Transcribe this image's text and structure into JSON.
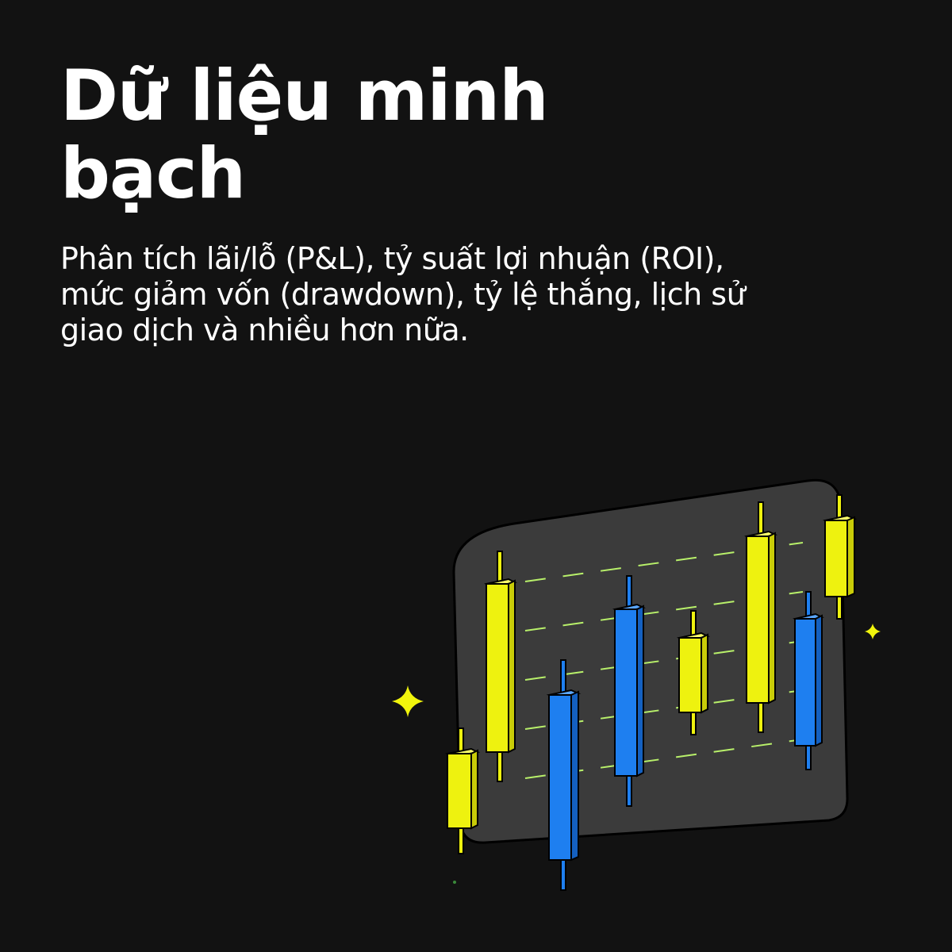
{
  "headline": {
    "line1": "Dữ liệu minh",
    "line2": "bạch"
  },
  "subtitle": {
    "line1": "Phân tích lãi/lỗ (P&L), tỷ suất lợi nhuận (ROI),",
    "line2": "mức giảm vốn (drawdown), tỷ lệ thắng, lịch sử",
    "line3": "giao dịch và nhiều hơn nữa."
  },
  "colors": {
    "background": "#121212",
    "text": "#ffffff",
    "panel": "#3b3b3b",
    "candle_yellow": "#eef20f",
    "candle_blue": "#1e7ff0",
    "dash_green": "#b8f06a",
    "sparkle": "#f1f50c"
  },
  "illustration": {
    "icon": "candlestick-chart-icon"
  }
}
